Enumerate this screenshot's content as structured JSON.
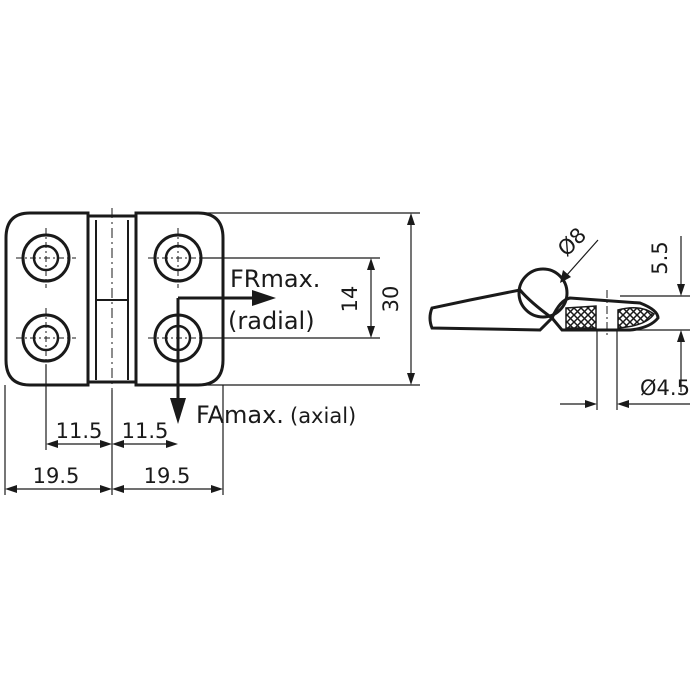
{
  "dimensions": {
    "height_total": "30",
    "hole_spacing_vertical": "14",
    "inner_left": "11.5",
    "inner_right": "11.5",
    "outer_left": "19.5",
    "outer_right": "19.5",
    "pin_diameter": "Ø8",
    "thickness": "5.5",
    "hole_diameter": "Ø4.5"
  },
  "forces": {
    "radial_label": "FRmax.",
    "radial_sub": "(radial)",
    "axial_label": "FAmax.",
    "axial_sub": "(axial)"
  },
  "colors": {
    "ink": "#1a1a1a",
    "background": "#ffffff"
  }
}
